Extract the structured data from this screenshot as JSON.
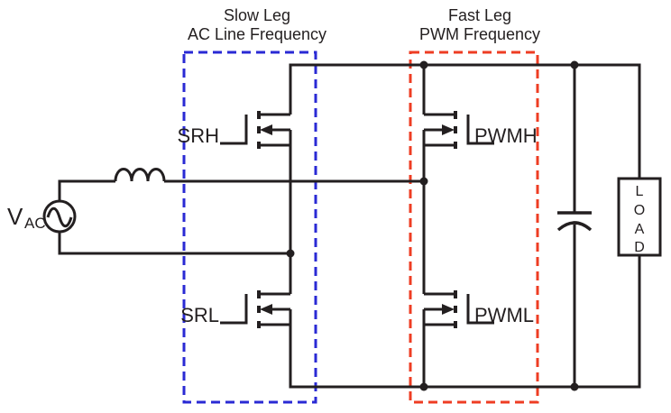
{
  "headings": {
    "slow": {
      "line1": "Slow Leg",
      "line2": "AC Line Frequency"
    },
    "fast": {
      "line1": "Fast Leg",
      "line2": "PWM Frequency"
    }
  },
  "source": {
    "symbol": "V",
    "subscript": "AC"
  },
  "transistors": {
    "slow_high": "SRH",
    "slow_low": "SRL",
    "fast_high": "PWMH",
    "fast_low": "PWML"
  },
  "load": {
    "letters": [
      "L",
      "O",
      "A",
      "D"
    ]
  },
  "colors": {
    "line": "#231f20",
    "slow_box": "#2a2ad4",
    "fast_box": "#ee3d23",
    "background": "#ffffff"
  }
}
